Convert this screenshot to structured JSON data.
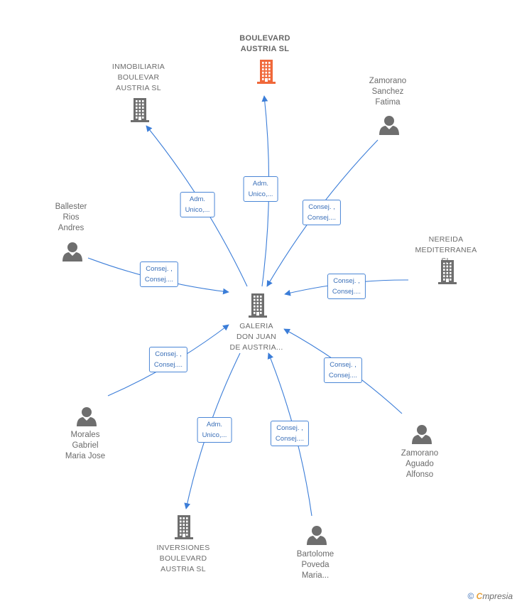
{
  "colors": {
    "edge": "#3b7dd8",
    "node_icon": "#6e6e6e",
    "highlight_icon": "#f0683a"
  },
  "nodes": [
    {
      "id": "galeria",
      "label": "GALERIA\nDON JUAN\nDE AUSTRIA...",
      "kind": "company",
      "icon": "building-icon"
    },
    {
      "id": "boulevard_austria",
      "label": "BOULEVARD\nAUSTRIA  SL",
      "kind": "company",
      "highlight": true,
      "icon": "building-icon"
    },
    {
      "id": "inmobiliaria",
      "label": "INMOBILIARIA\nBOULEVAR\nAUSTRIA  SL",
      "kind": "company",
      "icon": "building-icon"
    },
    {
      "id": "zamorano_sanchez",
      "label": "Zamorano\nSanchez\nFatima",
      "kind": "person",
      "icon": "person-icon"
    },
    {
      "id": "ballester",
      "label": "Ballester\nRios\nAndres",
      "kind": "person",
      "icon": "person-icon"
    },
    {
      "id": "nereida",
      "label": "NEREIDA\nMEDITERRANEA SL",
      "kind": "company",
      "icon": "building-icon"
    },
    {
      "id": "morales",
      "label": "Morales\nGabriel\nMaria Jose",
      "kind": "person",
      "icon": "person-icon"
    },
    {
      "id": "zamorano_aguado",
      "label": "Zamorano\nAguado\nAlfonso",
      "kind": "person",
      "icon": "person-icon"
    },
    {
      "id": "inversiones",
      "label": "INVERSIONES\nBOULEVARD\nAUSTRIA  SL",
      "kind": "company",
      "icon": "building-icon"
    },
    {
      "id": "bartolome",
      "label": "Bartolome\nPoveda\nMaria...",
      "kind": "person",
      "icon": "person-icon"
    }
  ],
  "edges": [
    {
      "from": "galeria",
      "to": "boulevard_austria",
      "label": "Adm.\nUnico,..."
    },
    {
      "from": "galeria",
      "to": "inmobiliaria",
      "label": "Adm.\nUnico,..."
    },
    {
      "from": "zamorano_sanchez",
      "to": "galeria",
      "label": "Consej. ,\nConsej...."
    },
    {
      "from": "ballester",
      "to": "galeria",
      "label": "Consej. ,\nConsej...."
    },
    {
      "from": "nereida",
      "to": "galeria",
      "label": "Consej. ,\nConsej...."
    },
    {
      "from": "morales",
      "to": "galeria",
      "label": "Consej. ,\nConsej...."
    },
    {
      "from": "zamorano_aguado",
      "to": "galeria",
      "label": "Consej. ,\nConsej...."
    },
    {
      "from": "galeria",
      "to": "inversiones",
      "label": "Adm.\nUnico,..."
    },
    {
      "from": "bartolome",
      "to": "galeria",
      "label": "Consej. ,\nConsej...."
    }
  ],
  "footer": {
    "copyright": "©",
    "brand_initial": "C",
    "brand_rest": "mpresia"
  }
}
